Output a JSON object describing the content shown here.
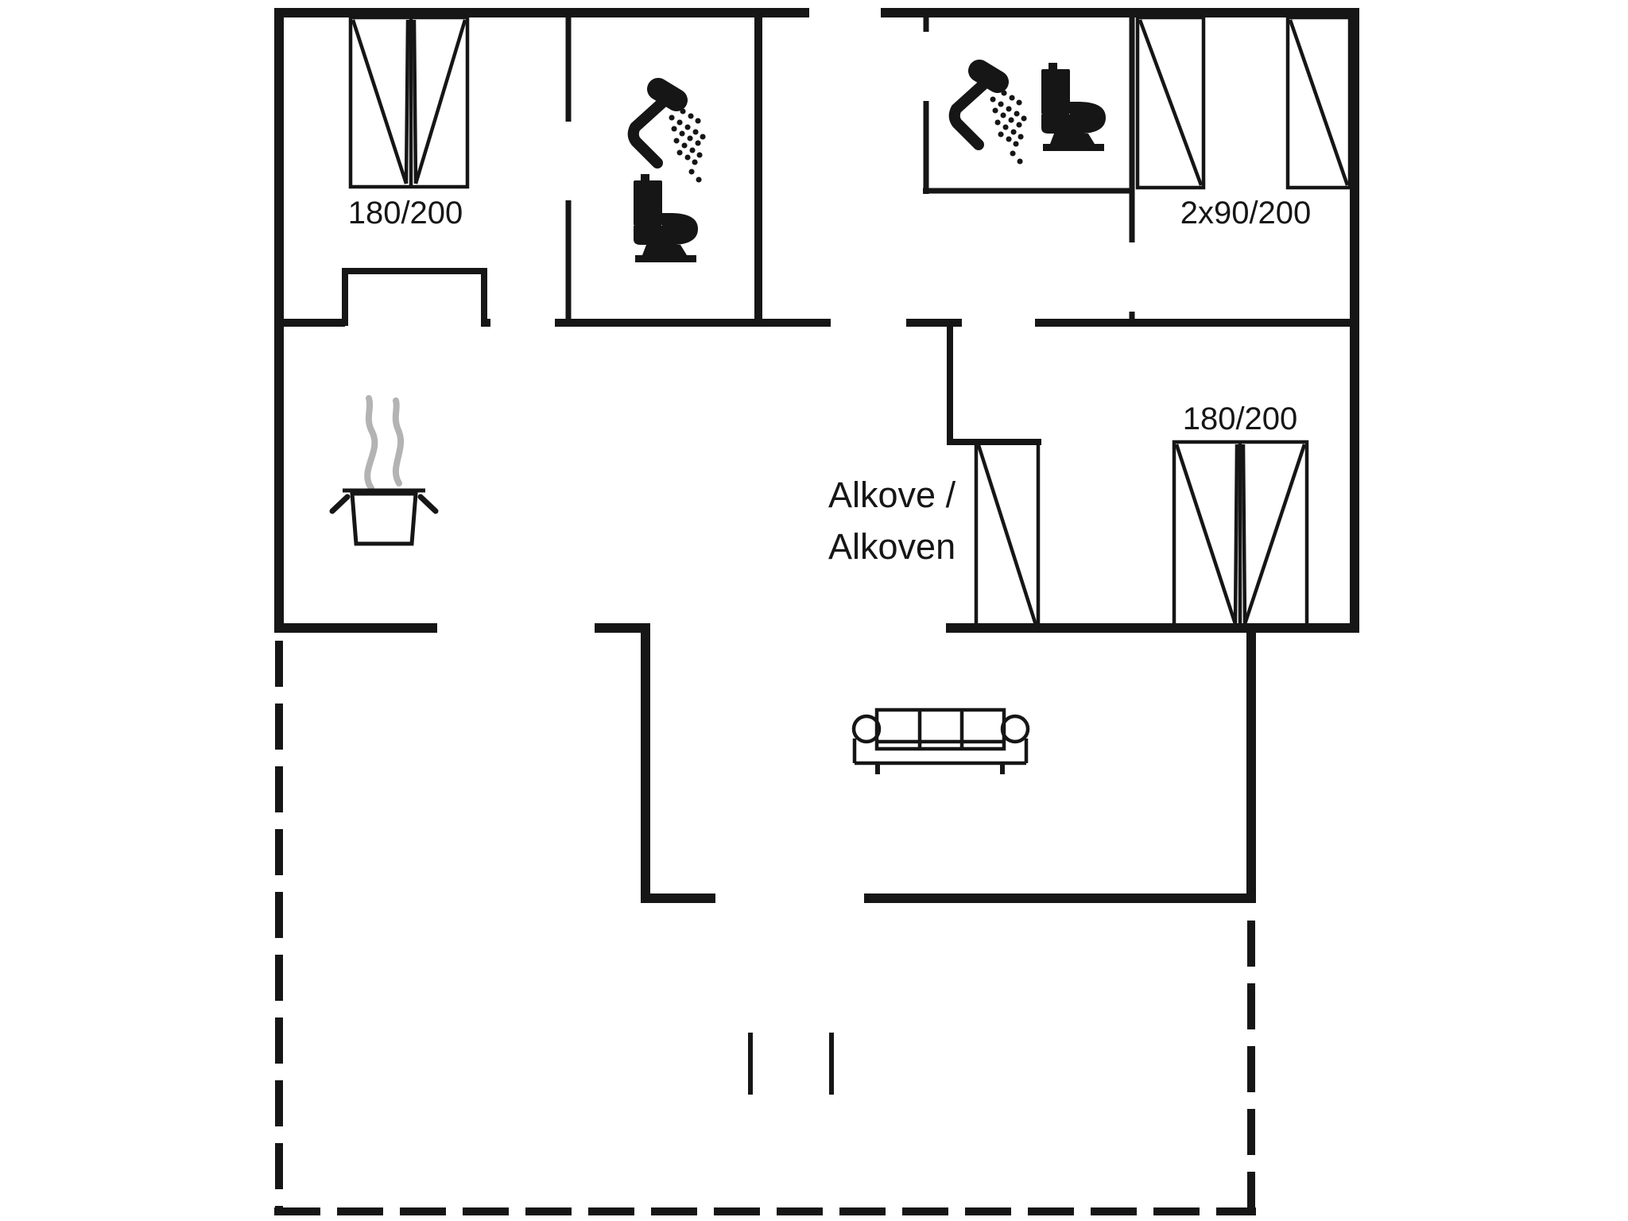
{
  "canvas": {
    "background": "#ffffff",
    "line_color": "#161616",
    "steam_color": "#b3b3b3"
  },
  "labels": {
    "bed_top_left_size": "180/200",
    "beds_top_right_size": "2x90/200",
    "bed_right_room_size": "180/200",
    "alcove_line1": "Alkove /",
    "alcove_line2": "Alkoven"
  },
  "icons": [
    {
      "name": "shower-icon",
      "count": 2
    },
    {
      "name": "toilet-icon",
      "count": 2
    },
    {
      "name": "double-bed-icon",
      "count": 2
    },
    {
      "name": "single-bed-icon",
      "count": 3
    },
    {
      "name": "alcove-bed-icon",
      "count": 1
    },
    {
      "name": "sofa-icon",
      "count": 1
    },
    {
      "name": "cooking-pot-icon",
      "count": 1
    },
    {
      "name": "steam-icon",
      "count": 1
    }
  ]
}
